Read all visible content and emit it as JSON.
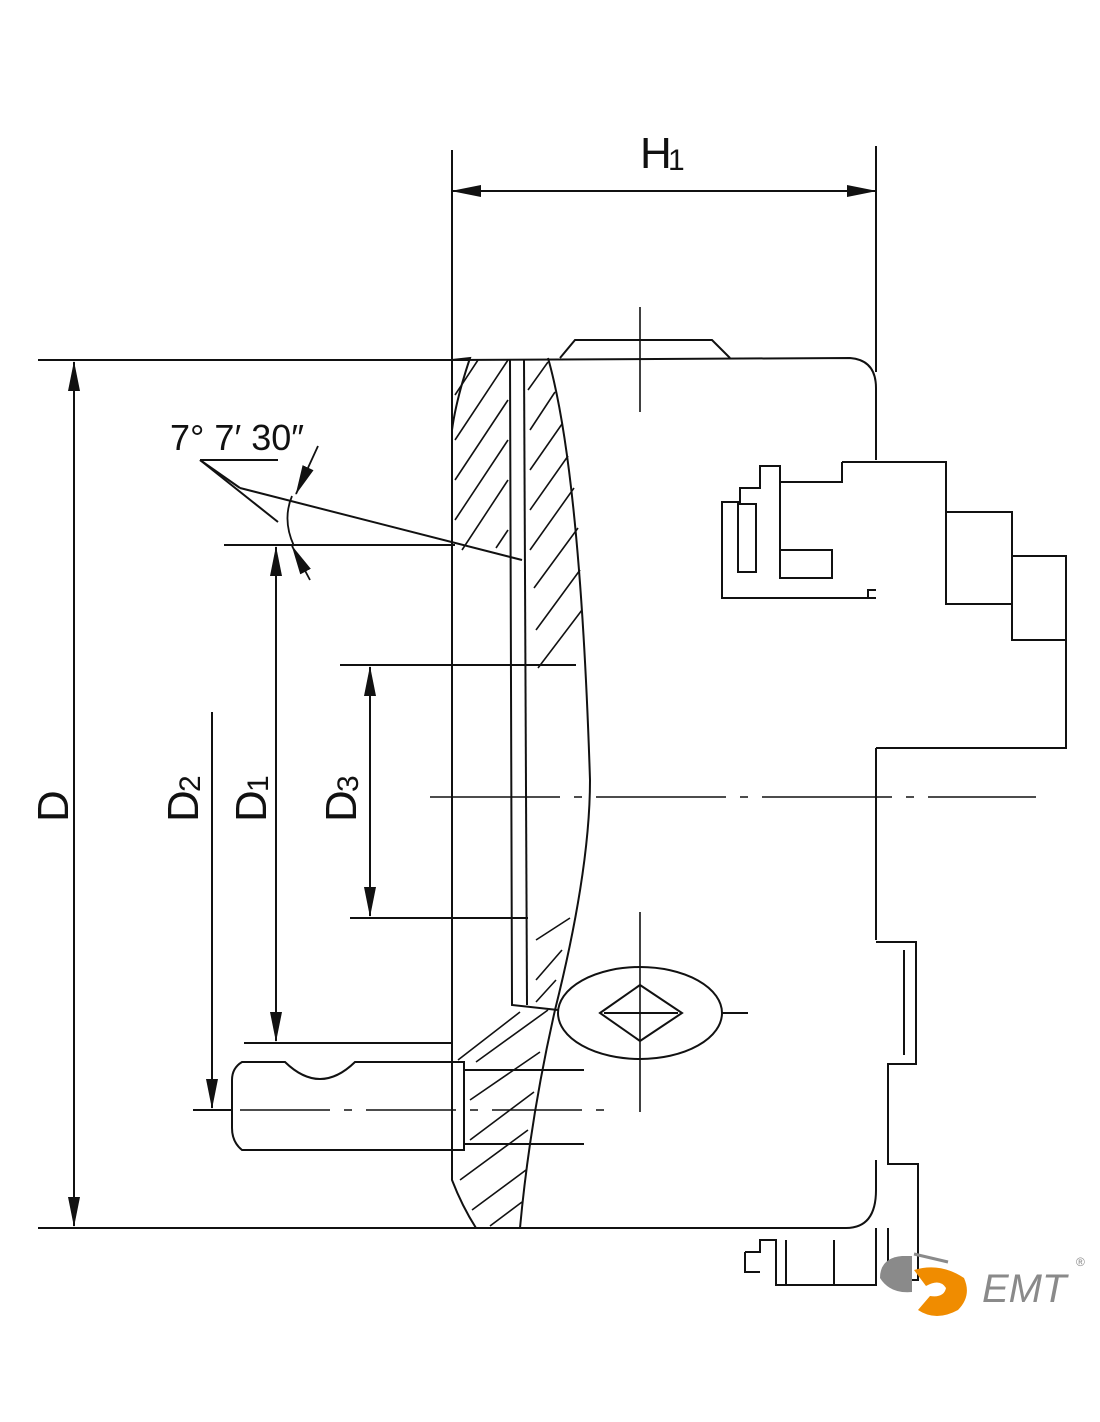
{
  "labels": {
    "h1_main": "H",
    "h1_sub": "1",
    "d_main": "D",
    "d2_main": "D",
    "d2_sub": "2",
    "d1_main": "D",
    "d1_sub": "1",
    "d3_main": "D",
    "d3_sub": "3",
    "angle": "7° 7′ 30″"
  },
  "logo": {
    "text": "EMT",
    "registered": "®",
    "colors": {
      "orange": "#f08c00",
      "gray": "#8a8a8a"
    }
  }
}
